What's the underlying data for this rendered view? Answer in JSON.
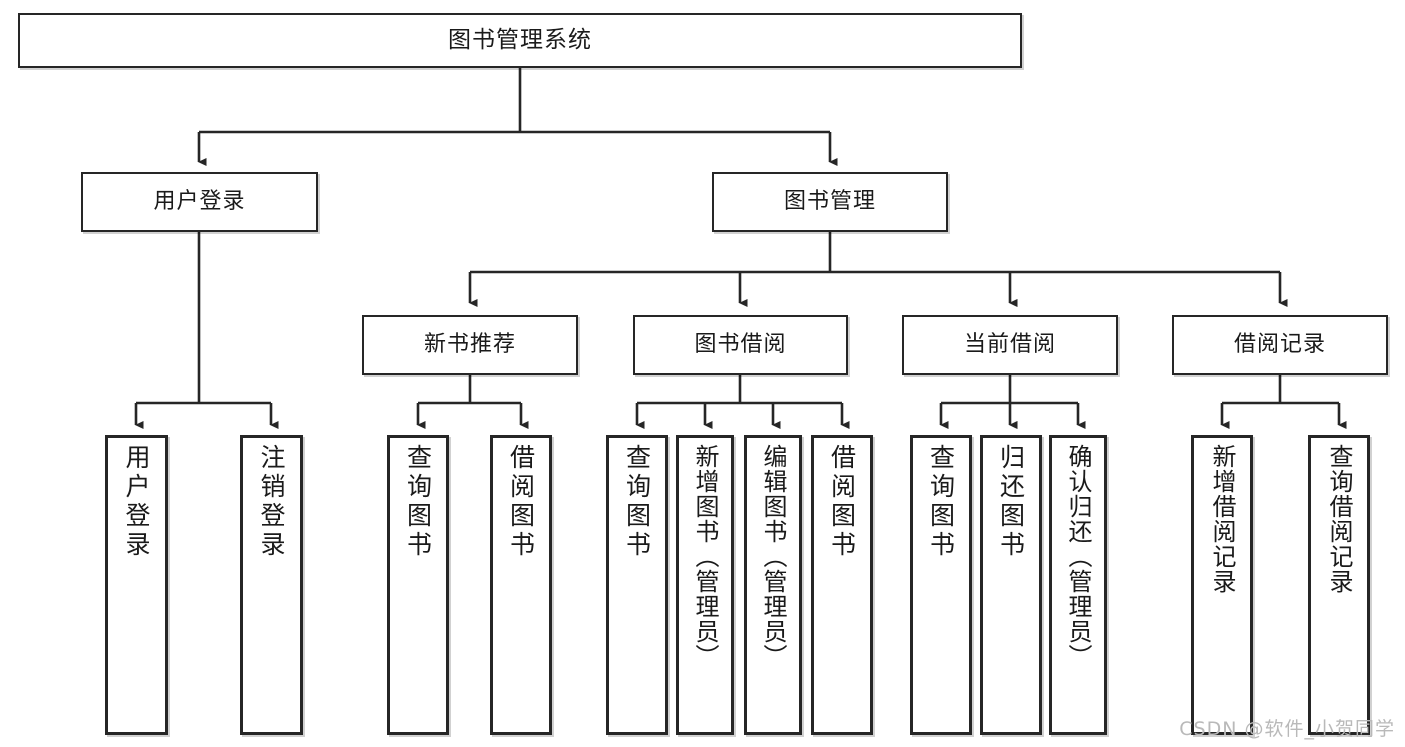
{
  "diagram": {
    "title": "图书管理系统",
    "type": "tree",
    "orientation": "top-down",
    "colors": {
      "box_border": "#262626",
      "box_fill": "#ffffff",
      "edge": "#262626",
      "text": "#1a1a1a",
      "watermark": "#b9b9b9",
      "background": "#ffffff"
    },
    "nodes": {
      "root": {
        "label": "图书管理系统"
      },
      "level2": [
        {
          "id": "user-login",
          "label": "用户登录"
        },
        {
          "id": "book-manage",
          "label": "图书管理"
        }
      ],
      "level3": [
        {
          "id": "new-book-rec",
          "label": "新书推荐"
        },
        {
          "id": "book-borrow",
          "label": "图书借阅"
        },
        {
          "id": "current-borrow",
          "label": "当前借阅"
        },
        {
          "id": "borrow-record",
          "label": "借阅记录"
        }
      ],
      "leaves": [
        {
          "id": "leaf-user-login",
          "label": "用户登录",
          "parent": "user-login"
        },
        {
          "id": "leaf-logout",
          "label": "注销登录",
          "parent": "user-login"
        },
        {
          "id": "leaf-query-book-1",
          "label": "查询图书",
          "parent": "new-book-rec"
        },
        {
          "id": "leaf-borrow-book-1",
          "label": "借阅图书",
          "parent": "new-book-rec"
        },
        {
          "id": "leaf-query-book-2",
          "label": "查询图书",
          "parent": "book-borrow"
        },
        {
          "id": "leaf-add-book",
          "label": "新增图书（管理员）",
          "parent": "book-borrow"
        },
        {
          "id": "leaf-edit-book",
          "label": "编辑图书（管理员）",
          "parent": "book-borrow"
        },
        {
          "id": "leaf-borrow-book-2",
          "label": "借阅图书",
          "parent": "book-borrow"
        },
        {
          "id": "leaf-query-book-3",
          "label": "查询图书",
          "parent": "current-borrow"
        },
        {
          "id": "leaf-return-book",
          "label": "归还图书",
          "parent": "current-borrow"
        },
        {
          "id": "leaf-confirm-return",
          "label": "确认归还（管理员）",
          "parent": "current-borrow"
        },
        {
          "id": "leaf-add-record",
          "label": "新增借阅记录",
          "parent": "borrow-record"
        },
        {
          "id": "leaf-query-record",
          "label": "查询借阅记录",
          "parent": "borrow-record"
        }
      ]
    },
    "watermark": "CSDN @软件_小贺同学"
  }
}
